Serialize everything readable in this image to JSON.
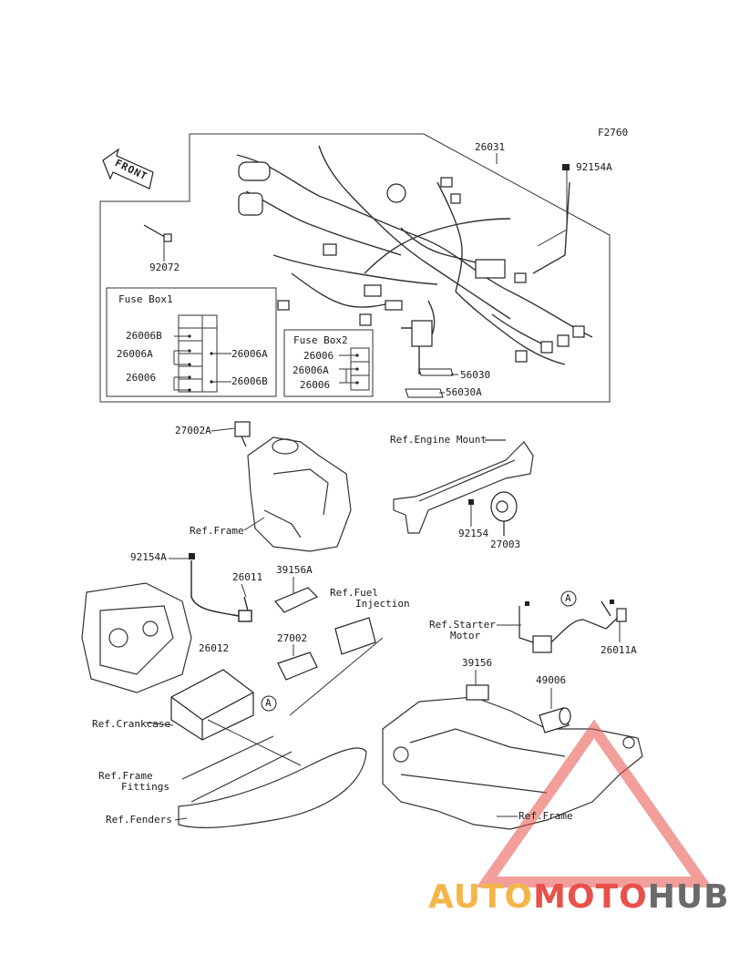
{
  "figure_code": "F2760",
  "front_arrow": "FRONT",
  "parts": {
    "p26031": "26031",
    "p92154A_top": "92154A",
    "p92072": "92072",
    "p56030": "56030",
    "p56030A": "56030A",
    "p27002A": "27002A",
    "p92154": "92154",
    "p27003": "27003",
    "p92154A_mid": "92154A",
    "p26011": "26011",
    "p39156A": "39156A",
    "p27002": "27002",
    "p26012": "26012",
    "p39156": "39156",
    "p49006": "49006",
    "p26011A": "26011A",
    "callout_a1": "A",
    "callout_a2": "A"
  },
  "fuse_box1": {
    "title": "Fuse Box1",
    "left_labels": [
      "26006B",
      "26006A",
      "26006"
    ],
    "right_labels": [
      "26006A",
      "26006B"
    ]
  },
  "fuse_box2": {
    "title": "Fuse Box2",
    "labels": [
      "26006",
      "26006A",
      "26006"
    ]
  },
  "refs": {
    "frame1": "Ref.Frame",
    "engine_mount": "Ref.Engine Mount",
    "fuel_injection_1": "Ref.Fuel",
    "fuel_injection_2": "Injection",
    "starter_motor_1": "Ref.Starter",
    "starter_motor_2": "Motor",
    "crankcase": "Ref.Crankcase",
    "frame_fittings_1": "Ref.Frame",
    "frame_fittings_2": "Fittings",
    "fenders": "Ref.Fenders",
    "frame2": "Ref.Frame"
  },
  "watermark": {
    "part1": "AUTO",
    "part2": "MOTO",
    "part3": "HUB",
    "color_yellow": "#f4b64a",
    "color_red": "#e8514a",
    "color_gray": "#6a6a6a"
  }
}
